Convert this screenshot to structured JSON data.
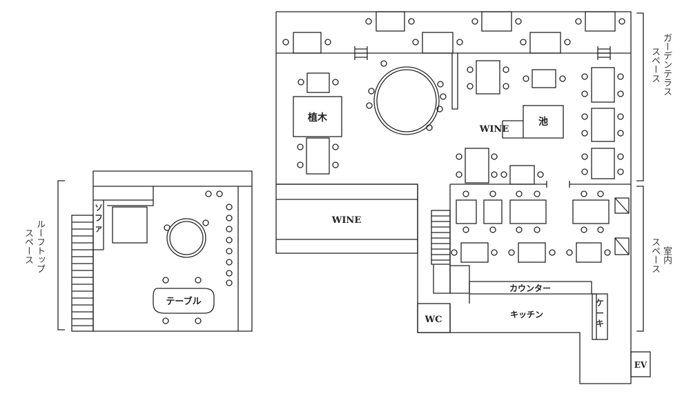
{
  "labels": {
    "plant": "植木",
    "wine_center": "WINE",
    "pond": "池",
    "wine_storage": "WINE",
    "counter": "カウンター",
    "kitchen": "キッチン",
    "wc": "WC",
    "cake": "ケーキ",
    "ev": "EV",
    "sofa": "ソファ",
    "table": "テーブル"
  },
  "areas": {
    "garden_terrace": "ガーデンテラス\nスペース",
    "indoor": "室内\nスペース",
    "rooftop": "ルーフトップ\nスペース"
  },
  "colors": {
    "line": "#222222",
    "background": "#ffffff"
  }
}
